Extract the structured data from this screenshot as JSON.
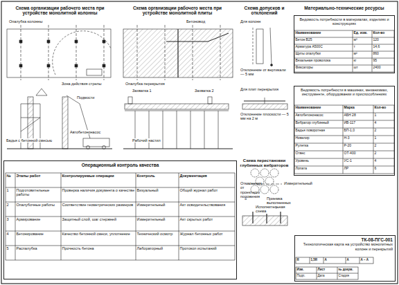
{
  "diagram": {
    "nodes": [
      {
        "text": [
          "Схема организации рабочего места при устройстве монолитной колонны"
        ]
      },
      {
        "text": [
          "Схема организации рабочего места при устройстве монолитной плиты"
        ]
      },
      {
        "text": [
          "Схема допусков и отклонений"
        ]
      },
      {
        "text": [
          "Материально-технические ресурсы"
        ]
      },
      {
        "text": [
          "Ведомость потребности в материалах, изделиях и конструкциях"
        ],
        "in": 3
      },
      {
        "text": [
          "Ведомость потребности в машинах, механизмах, инструменте, оборудовании и приспособлениях"
        ],
        "in": 3
      },
      {
        "text": [
          "Операционный контроль качества"
        ]
      },
      {
        "text": [
          "Схема перестановки глубинных вибраторов"
        ]
      },
      {
        "text": [
          "ТК-08-ПГС-001",
          "Технологическая карта на устройство монолитных колонн и перекрытий"
        ]
      }
    ],
    "labels": [
      "Опалубка колонны",
      "Зона действия стрелы",
      "Автобетононасос",
      "Бадья с бетонной смесью",
      "Подмости",
      "Опалубка перекрытия",
      "Бетоновод",
      "Захватка 1",
      "Захватка 2",
      "Рабочий настил",
      "Для колонн",
      "Отклонение от вертикали — 5 мм",
      "Для плит перекрытия",
      "Отклонение плоскости — 5 мм на 2 м",
      "Наименование",
      "Ед. изм.",
      "Кол-во",
      "Бетон B25",
      "м³",
      "120",
      "Арматура А500С",
      "т",
      "14,6",
      "Щиты опалубки",
      "м²",
      "860",
      "Вязальная проволока",
      "кг",
      "95",
      "Фиксаторы",
      "шт",
      "2400",
      "Наименование",
      "Марка",
      "Кол-во",
      "Автобетононасос",
      "АБН 28",
      "1",
      "Вибратор глубинный",
      "ИВ-117",
      "4",
      "Бадья поворотная",
      "БП-1,0",
      "2",
      "Нивелир",
      "Н-3",
      "1",
      "Рулетка",
      "Р-20",
      "2",
      "Отвес",
      "ОТ-400",
      "2",
      "Уровень",
      "УС-1",
      "4",
      "Лопата",
      "ЛР",
      "6",
      "№",
      "Этапы работ",
      "Контролируемые операции",
      "Контроль",
      "Документация",
      "1",
      "Подготовительные работы",
      "Проверка наличия документа о качестве",
      "Визуальный",
      "Общий журнал работ",
      "2",
      "Опалубочные работы",
      "Соответствие геометрических размеров",
      "Измерительный",
      "Акт освидетельствования",
      "3",
      "Армирование",
      "Защитный слой, шаг стержней",
      "Измерительный",
      "Акт скрытых работ",
      "4",
      "Бетонирование",
      "Качество бетонной смеси, уплотнение",
      "Технический осмотр",
      "Журнал бетонных работ",
      "5",
      "Распалубка",
      "Прочность бетона",
      "Лабораторный",
      "Протокол испытаний",
      "6",
      "Приемка выполненных работ",
      "Отклонения от проектного положения",
      "Измерительный",
      "Исполнительная схема",
      "R",
      "1,5R",
      "А",
      "А",
      "А – А",
      "Изм.",
      "Лист",
      "№ докум.",
      "Подп.",
      "Дата",
      "Стадия",
      "Лист",
      "Листов",
      "Р",
      "1",
      "1"
    ]
  }
}
